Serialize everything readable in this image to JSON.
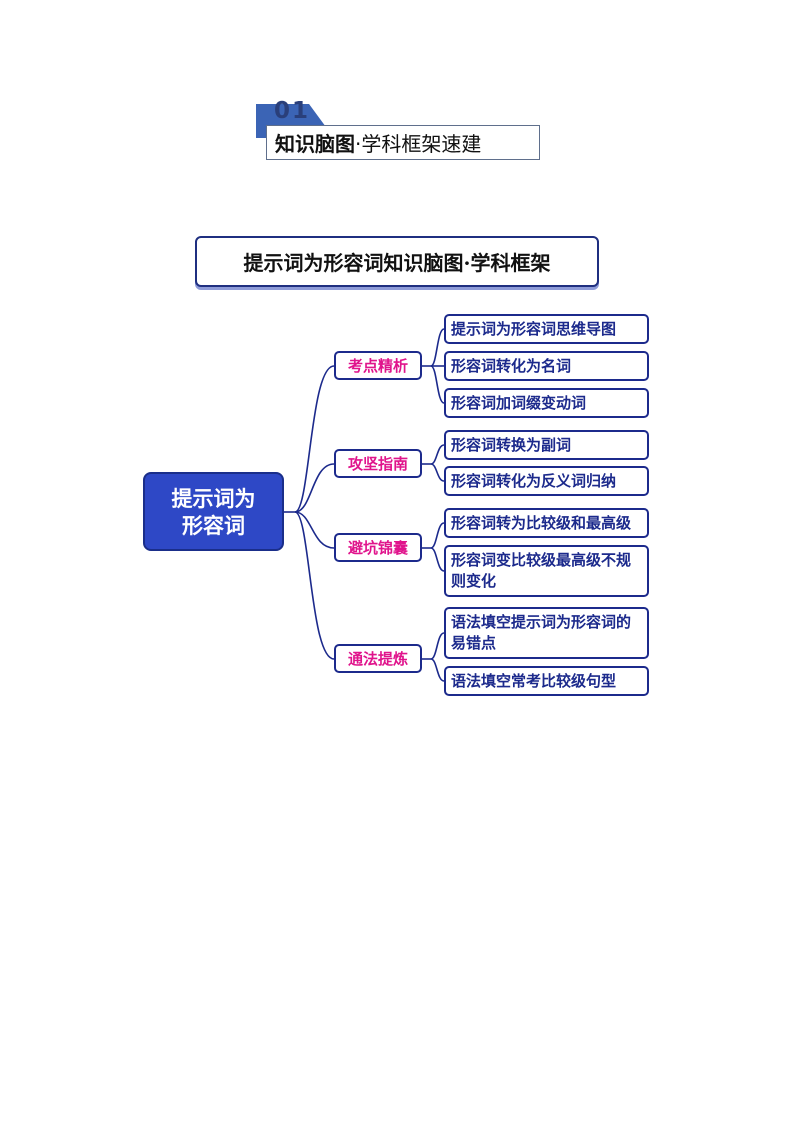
{
  "header": {
    "number": "01",
    "title_bold": "知识脑图",
    "title_rest": "·学科框架速建"
  },
  "banner": {
    "title": "提示词为形容词知识脑图·学科框架"
  },
  "mindmap": {
    "root": {
      "line1": "提示词为",
      "line2": "形容词"
    },
    "categories": [
      {
        "label": "考点精析",
        "items": [
          "提示词为形容词思维导图",
          "形容词转化为名词",
          "形容词加词缀变动词"
        ]
      },
      {
        "label": "攻坚指南",
        "items": [
          "形容词转换为副词",
          "形容词转化为反义词归纳"
        ]
      },
      {
        "label": "避坑锦囊",
        "items": [
          "形容词转为比较级和最高级",
          "形容词变比较级最高级不规则变化"
        ]
      },
      {
        "label": "通法提炼",
        "items": [
          "语法填空提示词为形容词的易错点",
          "语法填空常考比较级句型"
        ]
      }
    ]
  },
  "colors": {
    "root_fill": "#2e48c6",
    "category_text": "#e0148c",
    "leaf_text": "#1c2a8c",
    "connector": "#1c2a8c"
  }
}
